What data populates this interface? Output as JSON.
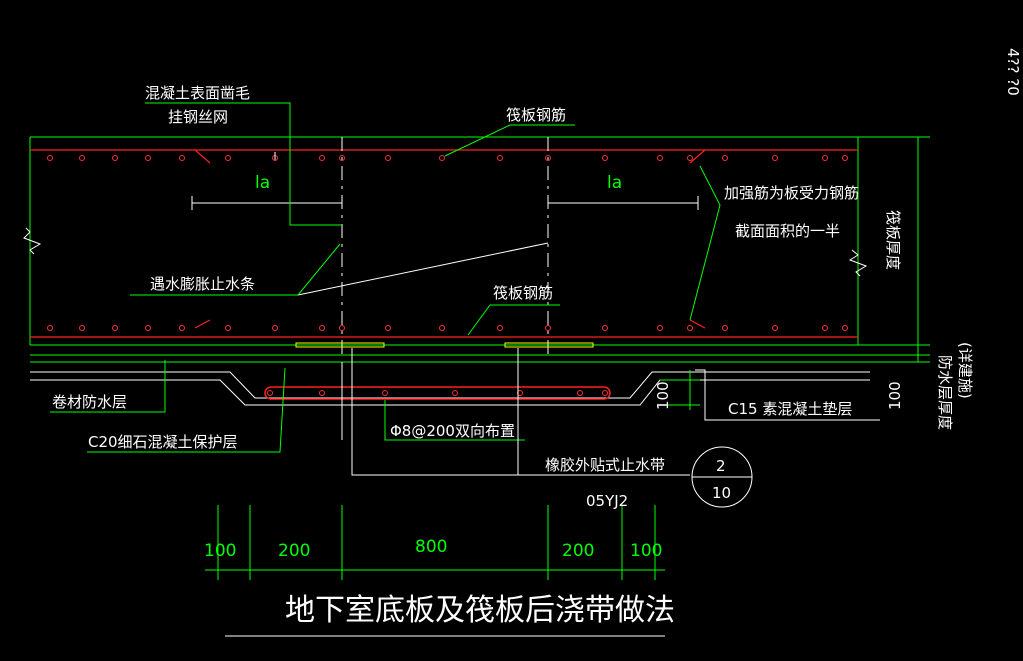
{
  "labels": {
    "surface_rough": "混凝土表面凿毛",
    "wire_mesh": "挂钢丝网",
    "top_rebar": "筏板钢筋",
    "la_left": "la",
    "la_right": "la",
    "reinforce_line1": "加强筋为板受力钢筋",
    "reinforce_line2": "截面面积的一半",
    "swell_strip": "遇水膨胀止水条",
    "bottom_rebar": "筏板钢筋",
    "raft_thickness": "筏板厚度",
    "waterproof_thickness_1": "防水层厚度",
    "waterproof_thickness_2": "(详建施)",
    "membrane": "卷材防水层",
    "protect_layer": "C20细石混凝土保护层",
    "bar_spec": "Φ8@200双向布置",
    "rubber_stop": "橡胶外贴式止水带",
    "cushion": "C15 素混凝土垫层",
    "dim_100_left": "100",
    "dim_100_right": "100",
    "atlas": "05YJ2",
    "detail_no": "2",
    "sheet_no": "10",
    "corner_text": "4?? ?0"
  },
  "dimensions": [
    "100",
    "200",
    "800",
    "200",
    "100"
  ],
  "title": "地下室底板及筏板后浇带做法",
  "colors": {
    "background": "#000000",
    "line": "#00ff00",
    "rebar": "#ff2020",
    "text": "#ffffff"
  }
}
